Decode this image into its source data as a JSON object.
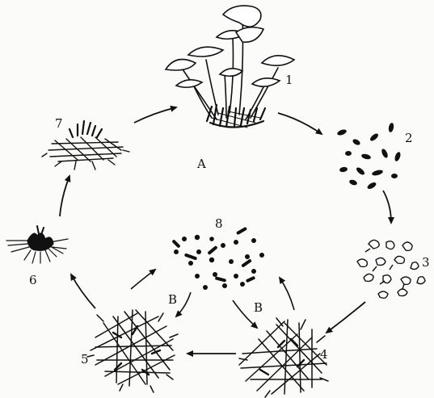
{
  "diagram": {
    "ink": "#111111",
    "paper": "#fbfbfa",
    "stage_labels": {
      "s1": "1",
      "s2": "2",
      "s3": "3",
      "s4": "4",
      "s5": "5",
      "s6": "6",
      "s7": "7",
      "s8": "8"
    },
    "process_labels": {
      "a": "A",
      "b_left": "B",
      "b_right": "B"
    },
    "stages": {
      "s1": "mushroom-cluster-icon",
      "s2": "spores-icon",
      "s3": "germinating-spores-icon",
      "s4": "hyphae-icon",
      "s5": "mycelium-icon",
      "s6": "primordium-icon",
      "s7": "young-fruiting-body-icon",
      "s8": "small-particles-icon"
    }
  }
}
